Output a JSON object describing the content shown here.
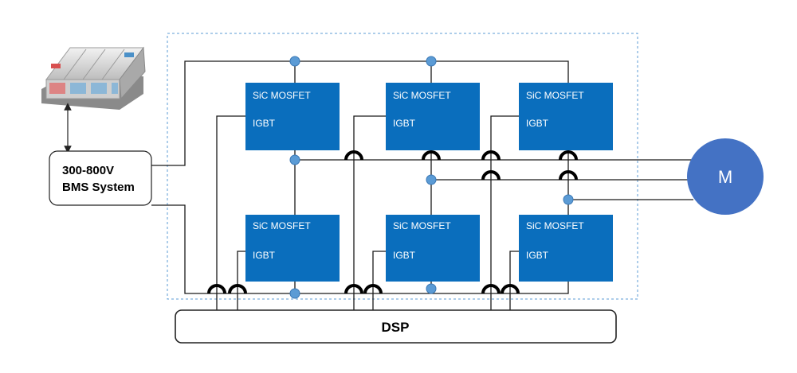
{
  "bms": {
    "line1": "300-800V",
    "line2": "BMS System"
  },
  "dsp": {
    "label": "DSP"
  },
  "motor": {
    "label": "M"
  },
  "modules": [
    {
      "line1": "SiC MOSFET",
      "line2": "IGBT"
    },
    {
      "line1": "SiC MOSFET",
      "line2": "IGBT"
    },
    {
      "line1": "SiC MOSFET",
      "line2": "IGBT"
    },
    {
      "line1": "SiC MOSFET",
      "line2": "IGBT"
    },
    {
      "line1": "SiC MOSFET",
      "line2": "IGBT"
    },
    {
      "line1": "SiC MOSFET",
      "line2": "IGBT"
    }
  ],
  "colors": {
    "module": "#0a6ebd",
    "node": "#5b9bd5",
    "motor": "#4472c4",
    "border": "#5b9bd5"
  },
  "icons": [
    "battery-pack-image",
    "double-arrow-icon"
  ]
}
